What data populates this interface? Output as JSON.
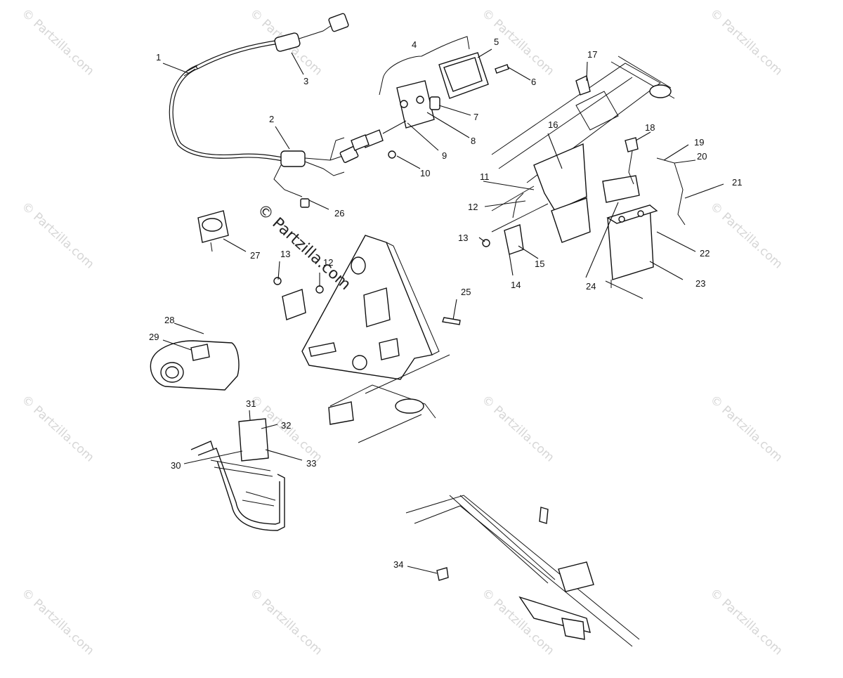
{
  "diagram": {
    "callouts": [
      "1",
      "2",
      "3",
      "4",
      "5",
      "6",
      "7",
      "8",
      "9",
      "10",
      "11",
      "12",
      "13",
      "14",
      "15",
      "16",
      "17",
      "18",
      "19",
      "20",
      "21",
      "22",
      "23",
      "24",
      "25",
      "26",
      "27",
      "13",
      "12",
      "28",
      "29",
      "31",
      "32",
      "30",
      "33",
      "34"
    ],
    "watermark_text": "© Partzilla.com",
    "center_watermark_text": "© Partzilla.com"
  }
}
